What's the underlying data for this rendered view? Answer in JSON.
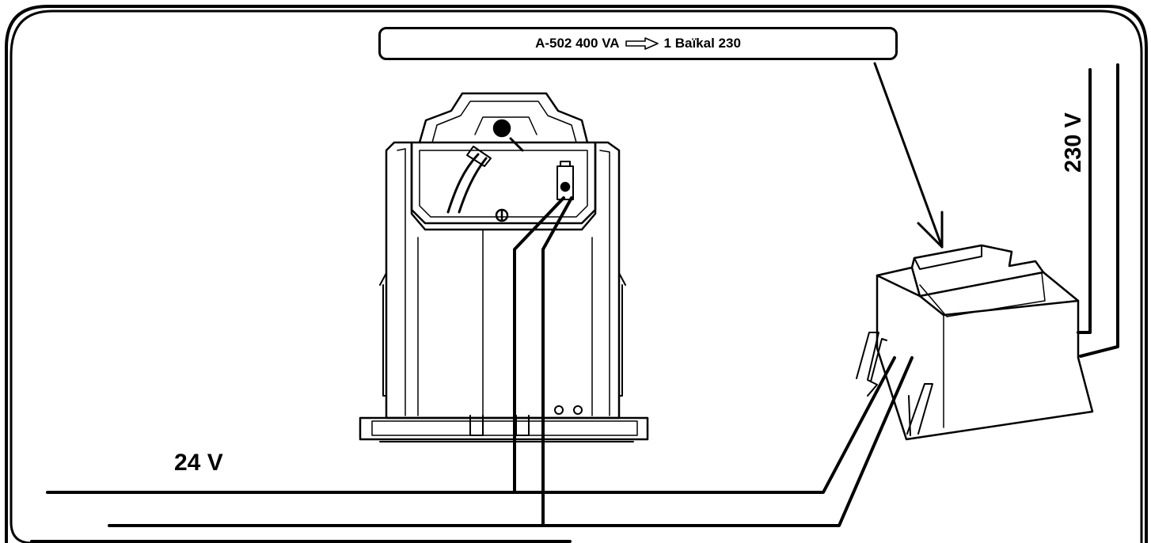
{
  "label": {
    "part": "A-502 400 VA",
    "arrow_icon": "hollow-arrow-right",
    "target": "1 Baïkal 230"
  },
  "voltages": {
    "low": "24 V",
    "high": "230 V"
  },
  "colors": {
    "stroke": "#000000",
    "background": "#ffffff"
  }
}
